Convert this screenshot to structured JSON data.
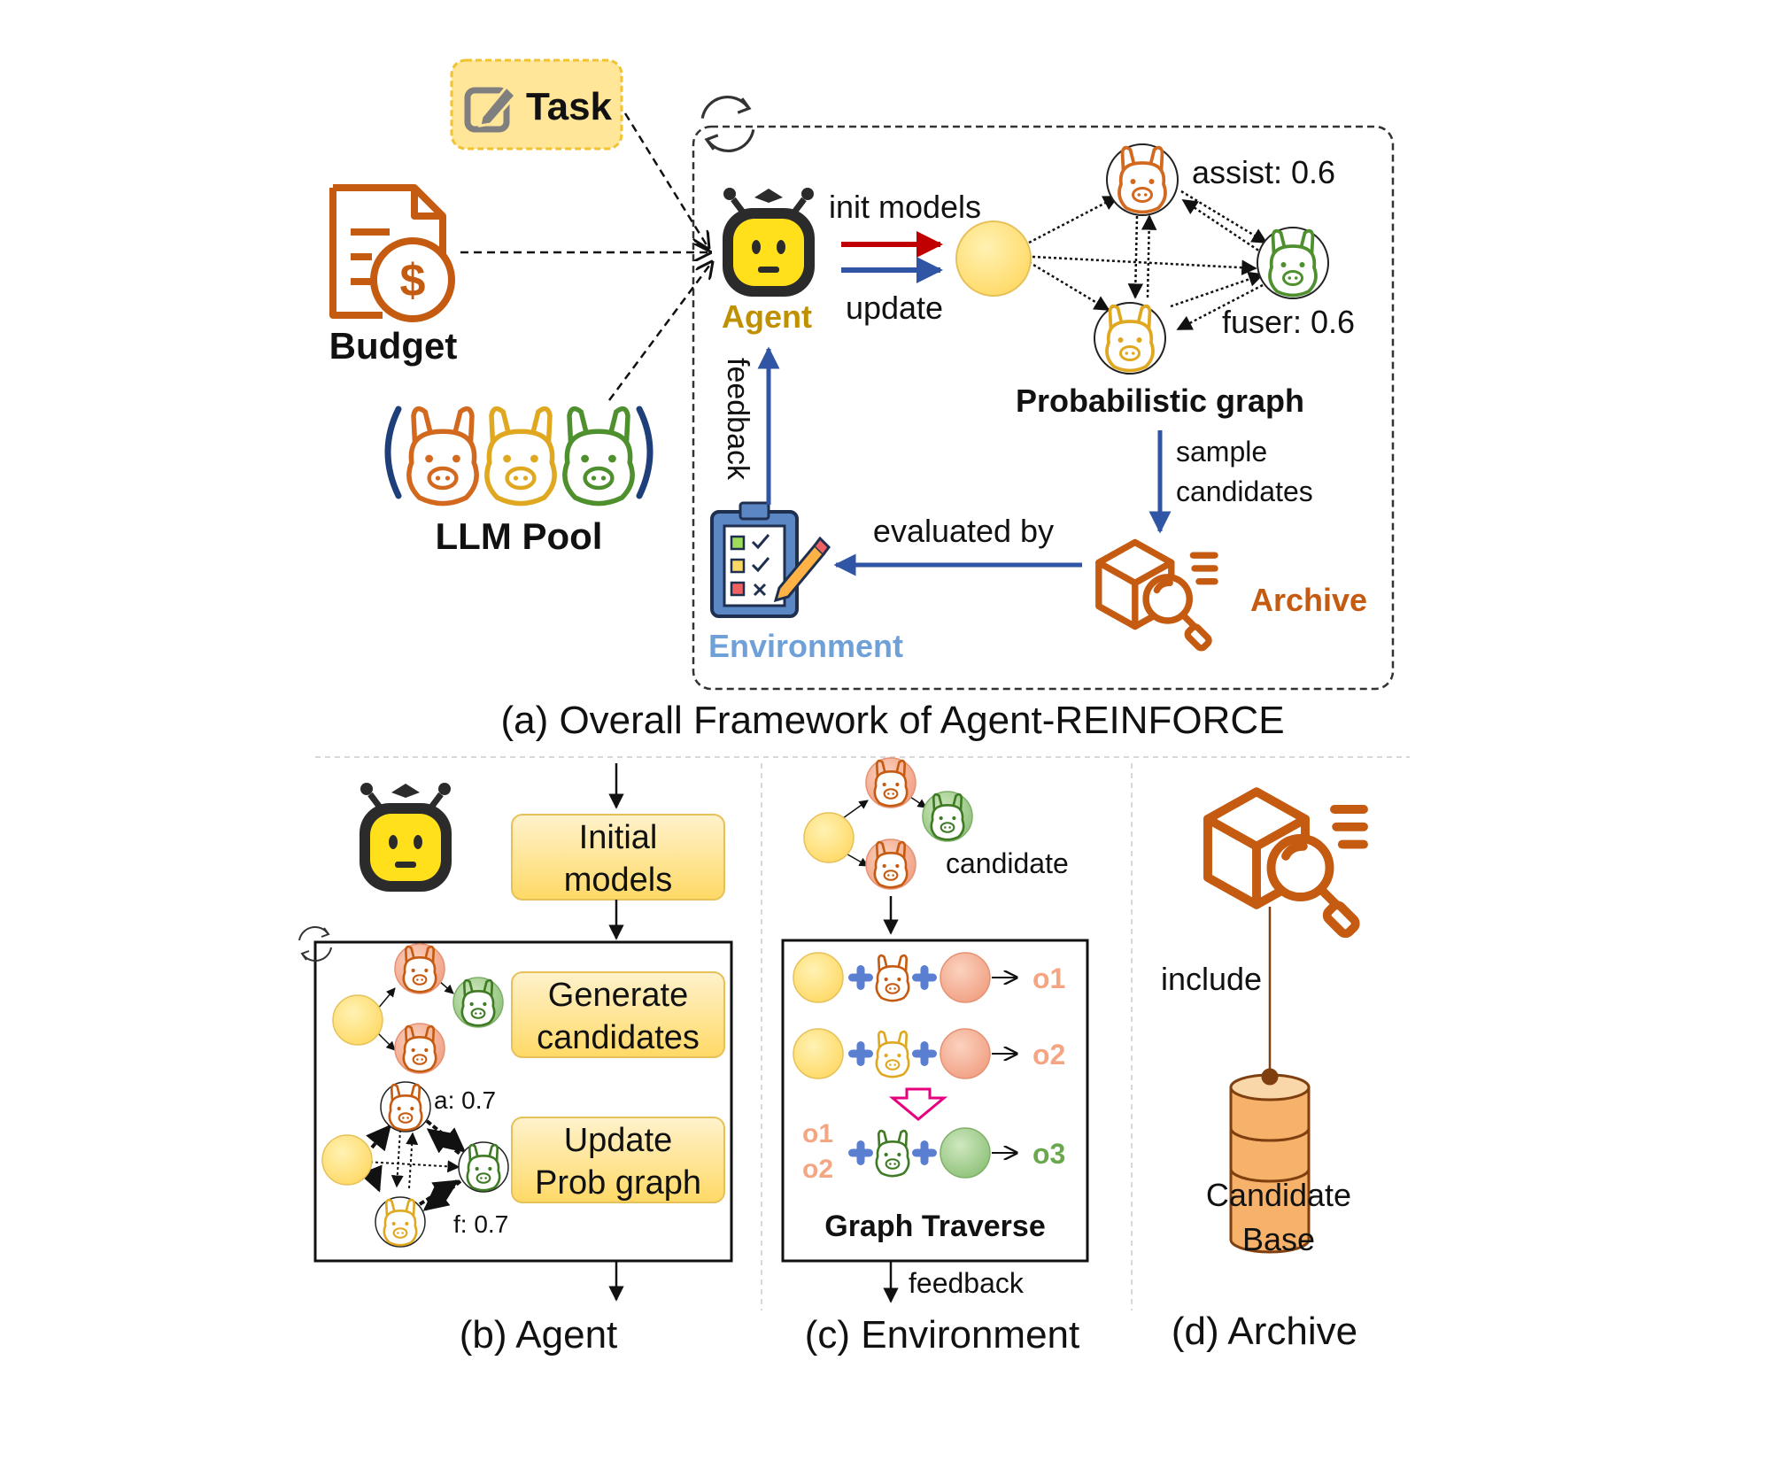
{
  "panel_a": {
    "task_label": "Task",
    "budget_label": "Budget",
    "llm_pool_label": "LLM Pool",
    "agent_label": "Agent",
    "init_label": "init models",
    "update_label": "update",
    "assist_label": "assist: 0.6",
    "fuser_label": "fuser: 0.6",
    "prob_graph_label": "Probabilistic graph",
    "sample_label_1": "sample",
    "sample_label_2": "candidates",
    "evaluated_label": "evaluated by",
    "archive_label": "Archive",
    "environment_label": "Environment",
    "feedback_label": "feedback",
    "caption": "(a) Overall Framework of Agent-REINFORCE"
  },
  "panel_b": {
    "initial_models_1": "Initial",
    "initial_models_2": "models",
    "generate_1": "Generate",
    "generate_2": "candidates",
    "update_1": "Update",
    "update_2": "Prob graph",
    "a_label": "a: 0.7",
    "f_label": "f: 0.7",
    "caption": "(b) Agent"
  },
  "panel_c": {
    "candidate_label": "candidate",
    "o1": "o1",
    "o2": "o2",
    "o3": "o3",
    "o1_in": "o1",
    "o2_in": "o2",
    "graph_traverse": "Graph Traverse",
    "feedback_label": "feedback",
    "caption": "(c) Environment"
  },
  "panel_d": {
    "include_label": "include",
    "base_1": "Candidate",
    "base_2": "Base",
    "caption": "(d) Archive"
  },
  "colors": {
    "orange_dark": "#c55a11",
    "llama_orange": "#d2691e",
    "llama_yellow": "#e0a820",
    "llama_green": "#4e8f2e",
    "agent_yellow": "#bf9000",
    "env_blue": "#6fa0d8",
    "arrow_blue": "#2f55a4",
    "arrow_red": "#c00000",
    "node_yellow": "#ffd966",
    "node_salmon": "#f4a582",
    "node_green": "#93c47d",
    "box_yellow": "#ffe699",
    "pink": "#e6007e"
  }
}
